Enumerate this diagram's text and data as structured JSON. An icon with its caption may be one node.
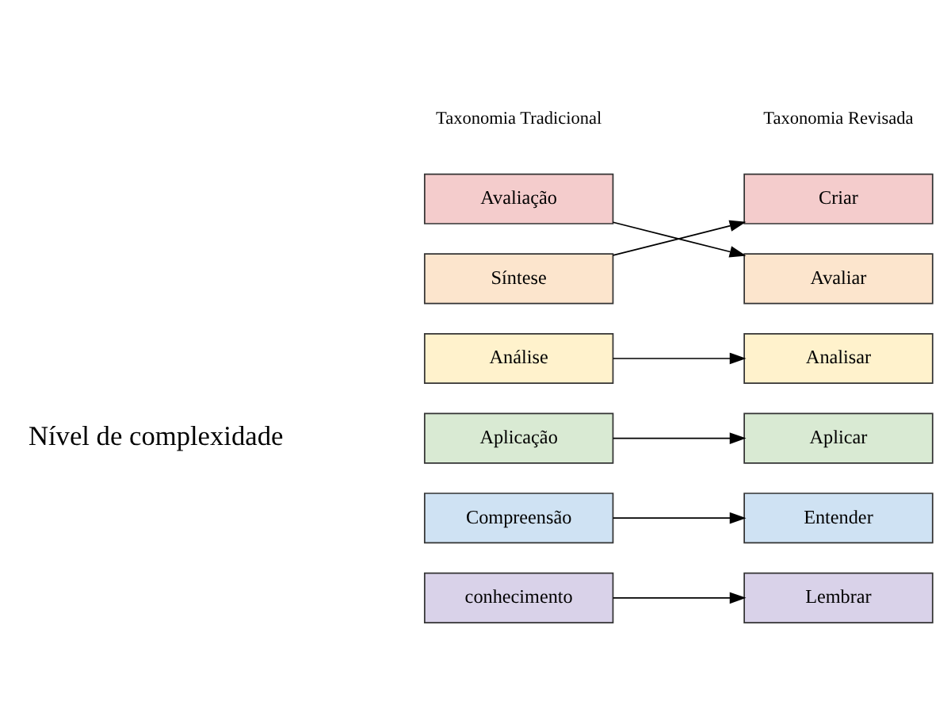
{
  "diagram": {
    "nodes": [
      {
        "text": [
          "Avaliação"
        ]
      },
      {
        "text": [
          "Síntese"
        ]
      },
      {
        "text": [
          "Análise"
        ]
      },
      {
        "text": [
          "Aplicação"
        ]
      },
      {
        "text": [
          "Compreensão"
        ]
      },
      {
        "text": [
          "conhecimento"
        ]
      },
      {
        "text": [
          "Criar"
        ]
      },
      {
        "text": [
          "Avaliar"
        ]
      },
      {
        "text": [
          "Analisar"
        ]
      },
      {
        "text": [
          "Aplicar"
        ]
      },
      {
        "text": [
          "Entender"
        ]
      },
      {
        "text": [
          "Lembrar"
        ]
      }
    ],
    "edges": [
      {
        "from": 0,
        "to": 7,
        "arrow": "to"
      },
      {
        "from": 1,
        "to": 6,
        "arrow": "to"
      },
      {
        "from": 2,
        "to": 8,
        "arrow": "to"
      },
      {
        "from": 3,
        "to": 9,
        "arrow": "to"
      },
      {
        "from": 4,
        "to": 10,
        "arrow": "to"
      },
      {
        "from": 5,
        "to": 11,
        "arrow": "to"
      }
    ],
    "labels": [
      "Taxonomia Tradicional",
      "Taxonomia Revisada",
      "Nível de complexidade"
    ]
  }
}
